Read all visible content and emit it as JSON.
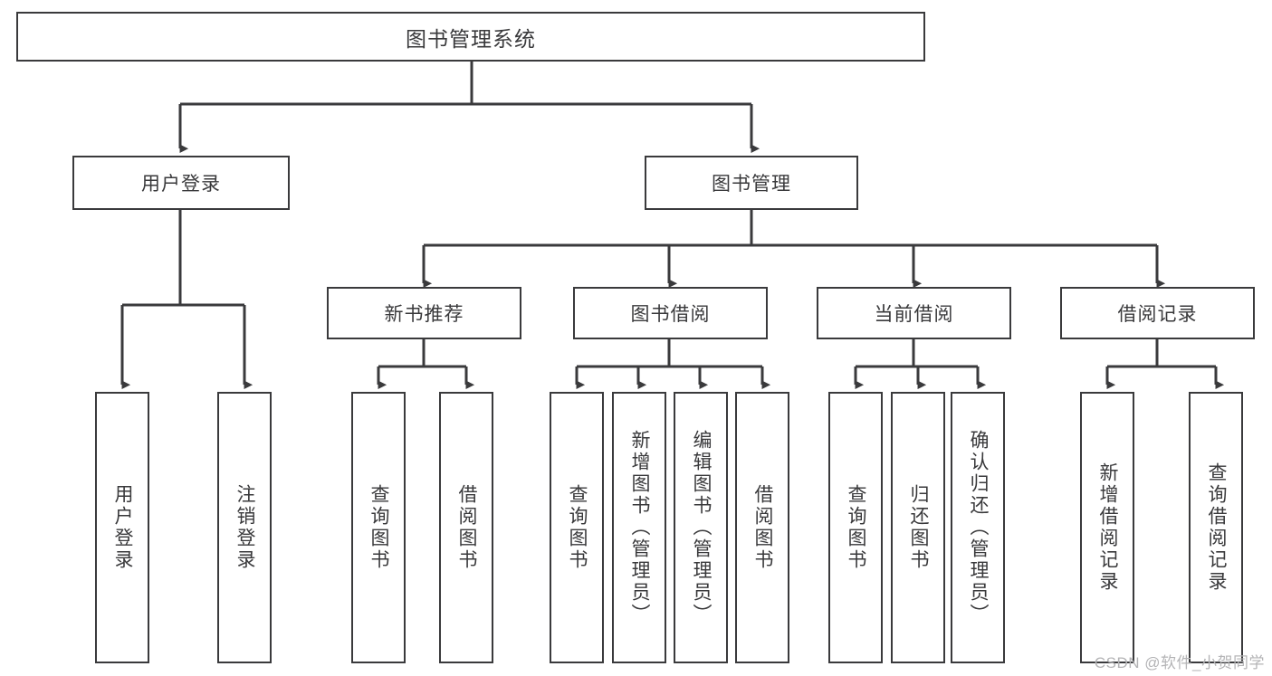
{
  "diagram": {
    "title": "图书管理系统",
    "type": "tree",
    "stroke_color": "#3a3a3c",
    "text_color": "#39393b",
    "background_color": "#ffffff",
    "root": {
      "label": "图书管理系统"
    },
    "level2": [
      {
        "label": "用户登录"
      },
      {
        "label": "图书管理"
      }
    ],
    "level3": [
      {
        "label": "新书推荐"
      },
      {
        "label": "图书借阅"
      },
      {
        "label": "当前借阅"
      },
      {
        "label": "借阅记录"
      }
    ],
    "leaves": {
      "user_login": [
        {
          "label": "用户登录"
        },
        {
          "label": "注销登录"
        }
      ],
      "new_book_recommend": [
        {
          "label": "查询图书"
        },
        {
          "label": "借阅图书"
        }
      ],
      "book_borrow": [
        {
          "label": "查询图书"
        },
        {
          "label": "新增图书（管理员）"
        },
        {
          "label": "编辑图书（管理员）"
        },
        {
          "label": "借阅图书"
        }
      ],
      "current_borrow": [
        {
          "label": "查询图书"
        },
        {
          "label": "归还图书"
        },
        {
          "label": "确认归还（管理员）"
        }
      ],
      "borrow_record": [
        {
          "label": "新增借阅记录"
        },
        {
          "label": "查询借阅记录"
        }
      ]
    }
  },
  "watermark": {
    "text": "CSDN @软件_小贺同学"
  }
}
